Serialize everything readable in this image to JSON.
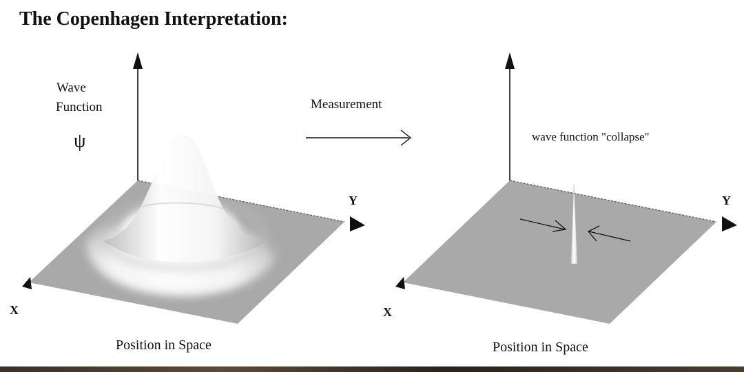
{
  "title": "The Copenhagen Interpretation:",
  "left_panel": {
    "y_axis_label_line1": "Wave",
    "y_axis_label_line2": "Function",
    "psi_symbol": "ψ",
    "x_axis_label": "X",
    "y_axis_label": "Y",
    "caption": "Position in Space"
  },
  "middle": {
    "arrow_label": "Measurement"
  },
  "right_panel": {
    "annotation": "wave function \"collapse\"",
    "x_axis_label": "X",
    "y_axis_label": "Y",
    "caption": "Position in Space"
  },
  "colors": {
    "plane": "#a9a9a9",
    "wave_highlight": "#ffffff",
    "ink": "#111111"
  }
}
